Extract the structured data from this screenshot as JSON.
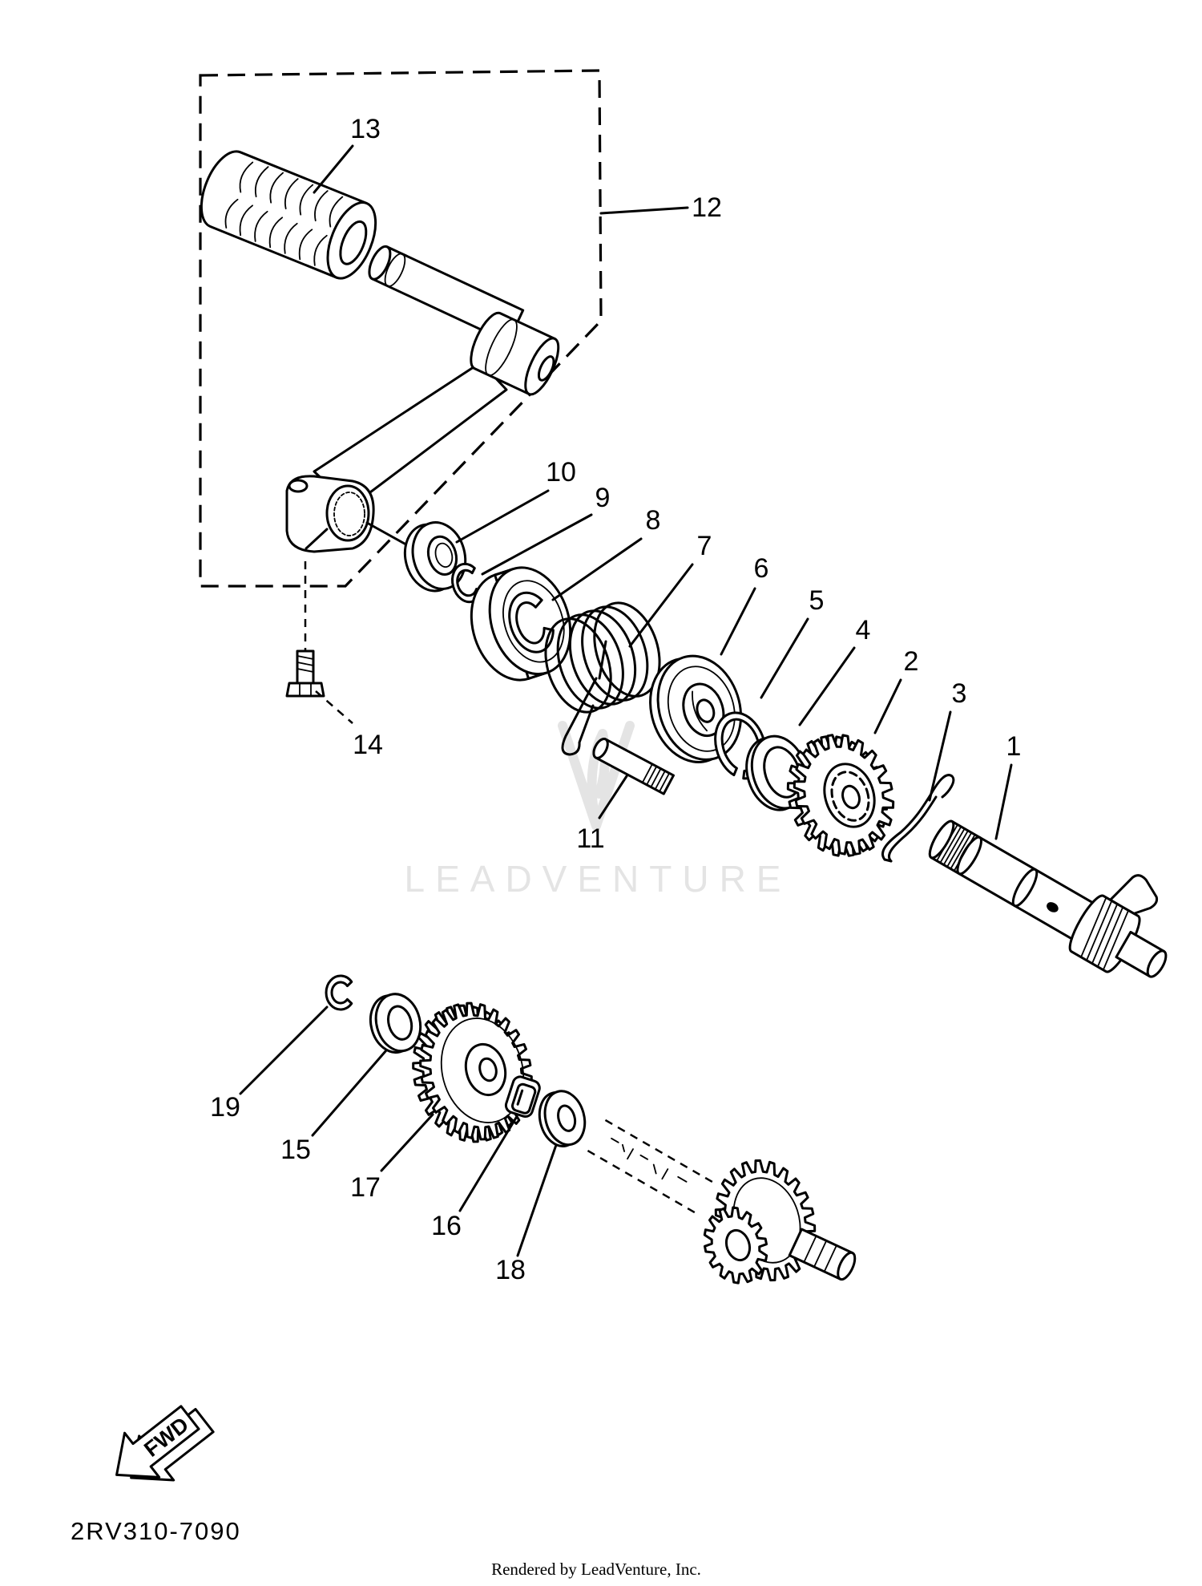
{
  "diagram": {
    "callouts": {
      "p1": "1",
      "p2": "2",
      "p3": "3",
      "p4": "4",
      "p5": "5",
      "p6": "6",
      "p7": "7",
      "p8": "8",
      "p9": "9",
      "p10": "10",
      "p11": "11",
      "p12": "12",
      "p13": "13",
      "p14": "14",
      "p15": "15",
      "p16": "16",
      "p17": "17",
      "p18": "18",
      "p19": "19"
    },
    "fwd_label": "FWD",
    "drawing_code": "2RV310-7090",
    "footer": "Rendered by LeadVenture, Inc.",
    "watermark": "LEADVENTURE"
  },
  "colors": {
    "ink": "#000000",
    "background": "#ffffff",
    "watermark": "#e4e4e4"
  }
}
